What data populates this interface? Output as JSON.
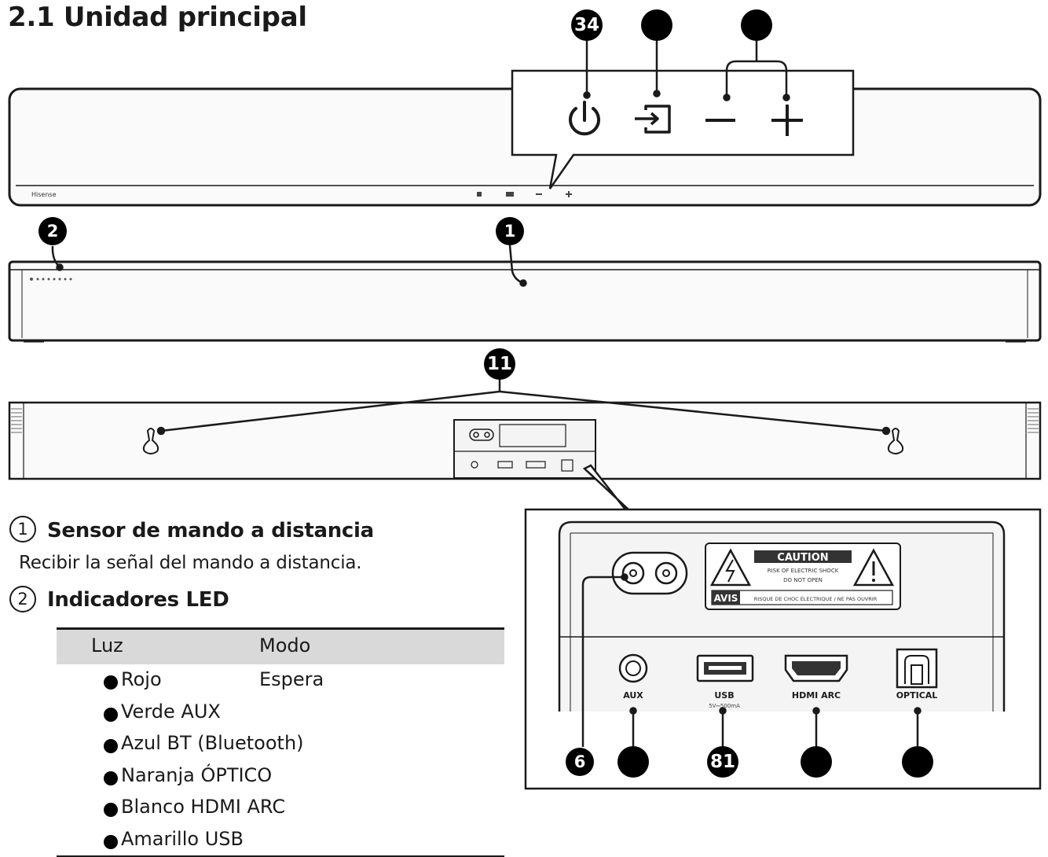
{
  "title": "2.1 Unidad principal",
  "callouts": {
    "c1": "1",
    "c2": "2",
    "c34": "34",
    "c5": "",
    "c7": "",
    "c11": "11",
    "c6": "6",
    "c9": "",
    "c81": "81",
    "c10": "",
    "c12": ""
  },
  "brand_top": "Hisense",
  "back_panel": {
    "caution_title": "CAUTION",
    "caution_line1": "RISK OF ELECTRIC SHOCK",
    "caution_line2": "DO NOT OPEN",
    "avis_label": "AVIS",
    "avis_text": "RISQUE DE CHOC ÉLECTRIQUE / NE PAS OUVRIR",
    "ports": {
      "aux": "AUX",
      "usb": "USB",
      "usb_sub": "5V⎓500mA",
      "hdmi": "HDMI ARC",
      "optical": "OPTICAL"
    }
  },
  "sections": [
    {
      "number": "1",
      "heading": "Sensor de mando a distancia",
      "description": "Recibir la señal del mando a distancia."
    },
    {
      "number": "2",
      "heading": "Indicadores LED"
    }
  ],
  "led_table": {
    "headers": [
      "Luz",
      "Modo"
    ],
    "rows": [
      {
        "color": "Rojo",
        "mode": "Espera"
      },
      {
        "color": "Verde AUX",
        "mode": ""
      },
      {
        "color": "Azul BT (Bluetooth)",
        "mode": ""
      },
      {
        "color": "Naranja ÓPTICO",
        "mode": ""
      },
      {
        "color": "Blanco HDMI ARC",
        "mode": ""
      },
      {
        "color": "Amarillo USB",
        "mode": ""
      }
    ]
  },
  "colors": {
    "ink": "#1a1a1a",
    "table_header_bg": "#d9d9d9",
    "panel_fill": "#f4f4f4"
  }
}
